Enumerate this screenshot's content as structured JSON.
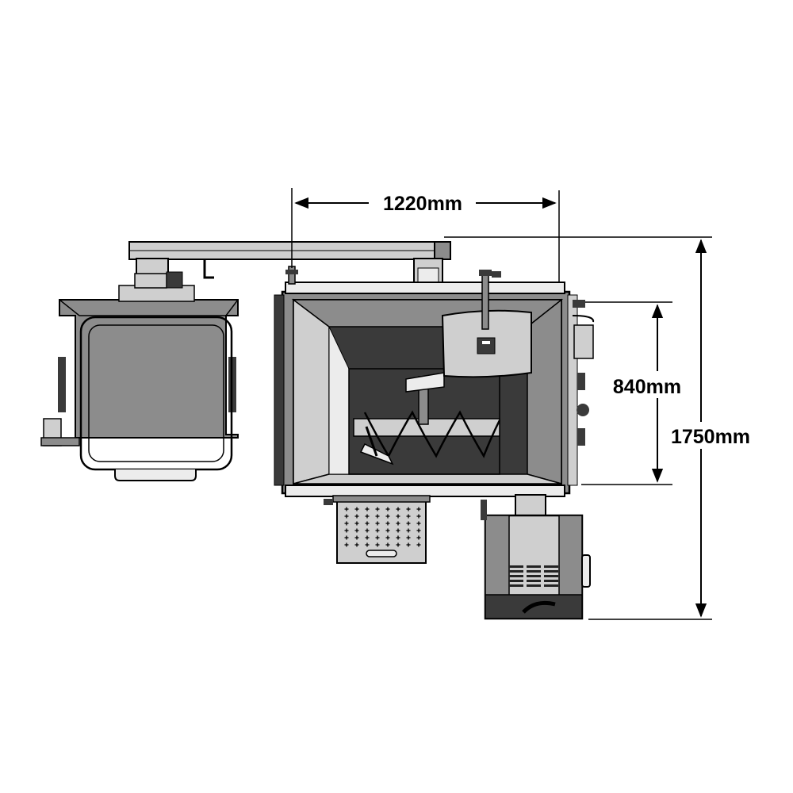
{
  "dimensions": {
    "width_label": "1220mm",
    "inner_height_label": "840mm",
    "total_height_label": "1750mm"
  },
  "colors": {
    "line": "#000000",
    "dark_metal": "#3a3a3a",
    "mid_metal": "#8c8c8c",
    "light_metal": "#cfcfcf",
    "pale_metal": "#ececec"
  }
}
